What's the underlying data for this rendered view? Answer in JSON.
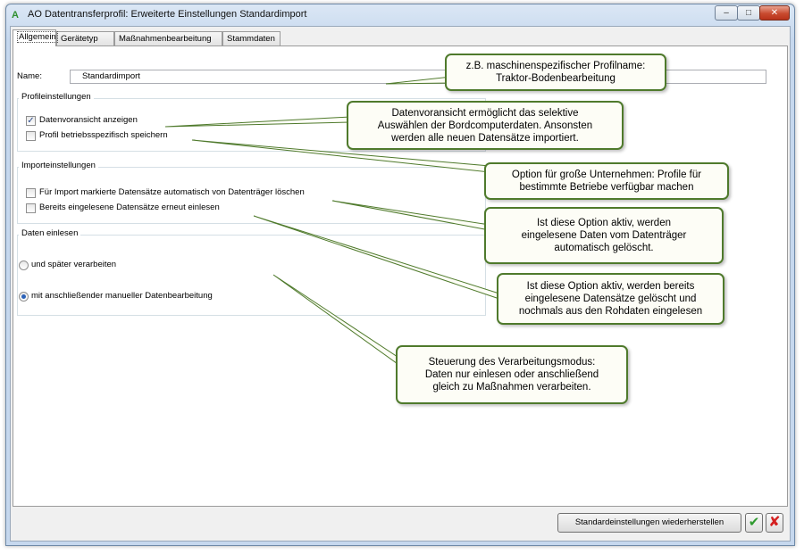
{
  "window": {
    "title": "AO Datentransferprofil: Erweiterte Einstellungen Standardimport",
    "app_icon": "A",
    "controls": {
      "minimize": "–",
      "maximize": "□",
      "close": "✕"
    }
  },
  "tabs": [
    {
      "label": "Allgemein",
      "active": true
    },
    {
      "label": "Gerätetyp",
      "active": false
    },
    {
      "label": "Maßnahmenbearbeitung",
      "active": false
    },
    {
      "label": "Stammdaten",
      "active": false
    }
  ],
  "name": {
    "label": "Name:",
    "value": "Standardimport"
  },
  "profile_settings": {
    "title": "Profileinstellungen",
    "options": [
      {
        "label": "Datenvoransicht anzeigen",
        "checked": true
      },
      {
        "label": "Profil betriebsspezifisch speichern",
        "checked": false
      }
    ]
  },
  "import_settings": {
    "title": "Importeinstellungen",
    "options": [
      {
        "label": "Für Import markierte Datensätze automatisch von Datenträger löschen",
        "checked": false
      },
      {
        "label": "Bereits eingelesene Datensätze erneut einlesen",
        "checked": false
      }
    ]
  },
  "read_data": {
    "title": "Daten einlesen",
    "options": [
      {
        "label": "und später verarbeiten",
        "selected": false
      },
      {
        "label": "mit anschließender manueller Datenbearbeitung",
        "selected": true
      }
    ]
  },
  "callouts": [
    {
      "text": "z.B. maschinenspezifischer Profilname:\nTraktor-Bodenbearbeitung"
    },
    {
      "text": "Datenvoransicht ermöglicht das selektive\nAuswählen der Bordcomputerdaten. Ansonsten\nwerden alle neuen Datensätze importiert."
    },
    {
      "text": "Option für große Unternehmen: Profile für\nbestimmte Betriebe verfügbar machen"
    },
    {
      "text": "Ist diese Option aktiv, werden\neingelesene Daten vom Datenträger\nautomatisch gelöscht."
    },
    {
      "text": "Ist diese Option aktiv, werden bereits\neingelesene Datensätze gelöscht und\nnochmals aus den Rohdaten eingelesen"
    },
    {
      "text": "Steuerung des Verarbeitungsmodus:\nDaten nur einlesen oder anschließend\ngleich zu Maßnahmen verarbeiten."
    }
  ],
  "footer": {
    "restore_label": "Standardeinstellungen wiederherstellen",
    "ok_icon": "✔",
    "cancel_icon": "✘"
  },
  "colors": {
    "callout_border": "#4f7a2c",
    "ok": "#2f9a2f",
    "cancel": "#d42020"
  }
}
